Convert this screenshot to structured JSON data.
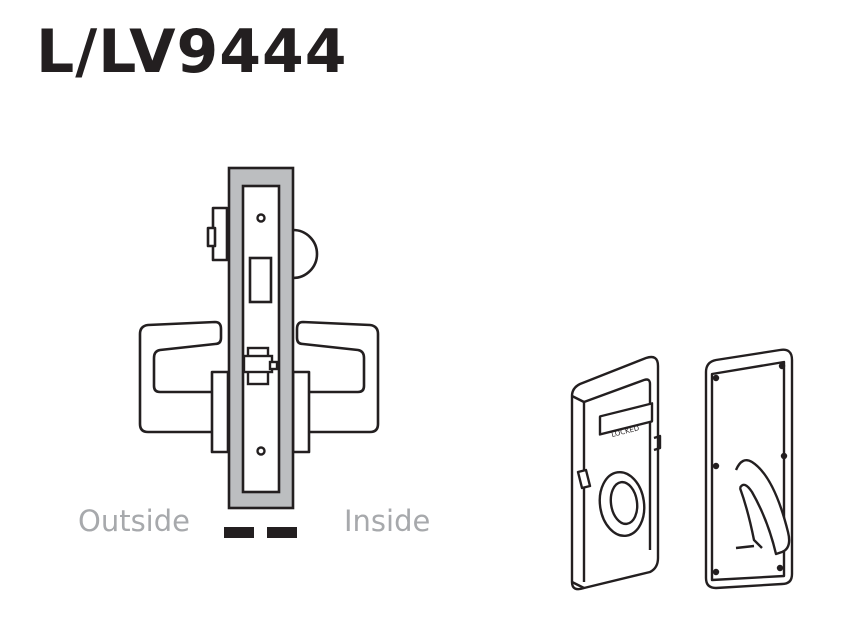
{
  "title": "L/LV9444",
  "labels": {
    "outside": "Outside",
    "inside": "Inside",
    "indicator": "LOCKED"
  },
  "colors": {
    "line": "#231f20",
    "faceplate_fill": "#bcbec0",
    "label_gray": "#a7a9ac"
  }
}
